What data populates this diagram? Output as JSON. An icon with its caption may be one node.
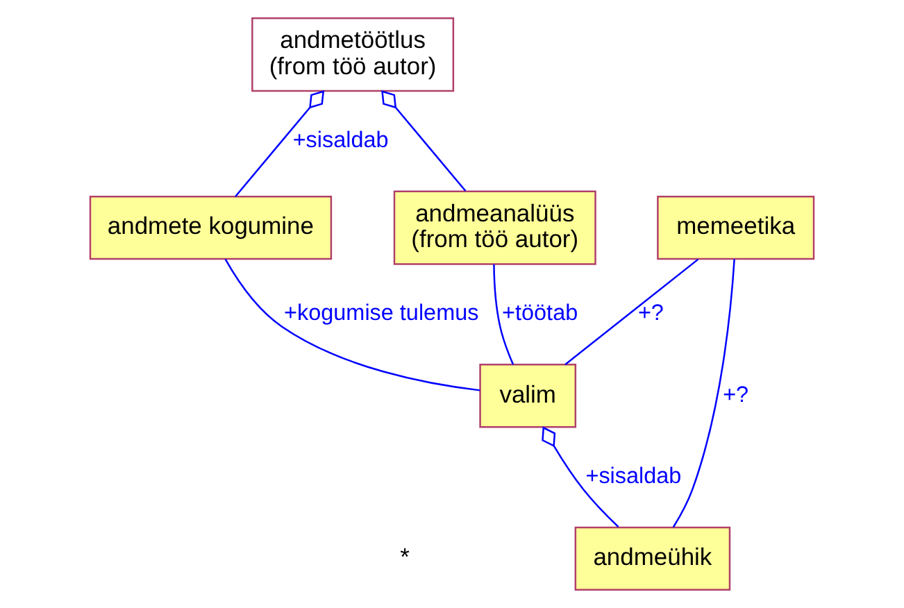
{
  "diagram": {
    "nodes": [
      {
        "text": [
          "andmetöötlus",
          "(from töö autor)"
        ]
      },
      {
        "text": [
          "andmete kogumine"
        ]
      },
      {
        "text": [
          "andmeanalüüs",
          "(from töö autor)"
        ]
      },
      {
        "text": [
          "memeetika"
        ]
      },
      {
        "text": [
          "valim"
        ]
      },
      {
        "text": [
          "andmeühik"
        ]
      }
    ],
    "edges": [
      {
        "from": 1,
        "to": 0,
        "arrow": "other",
        "label": "+sisaldab"
      },
      {
        "from": 2,
        "to": 0,
        "arrow": "other"
      },
      {
        "from": 1,
        "to": 4,
        "arrow": "none",
        "label": "+kogumise tulemus"
      },
      {
        "from": 2,
        "to": 4,
        "arrow": "none",
        "label": "+töötab"
      },
      {
        "from": 3,
        "to": 4,
        "arrow": "none",
        "label": "+?"
      },
      {
        "from": 5,
        "to": 4,
        "arrow": "other",
        "label": "+sisaldab"
      },
      {
        "from": 3,
        "to": 5,
        "arrow": "none",
        "label": "+?"
      }
    ],
    "labels": [
      "*"
    ]
  }
}
